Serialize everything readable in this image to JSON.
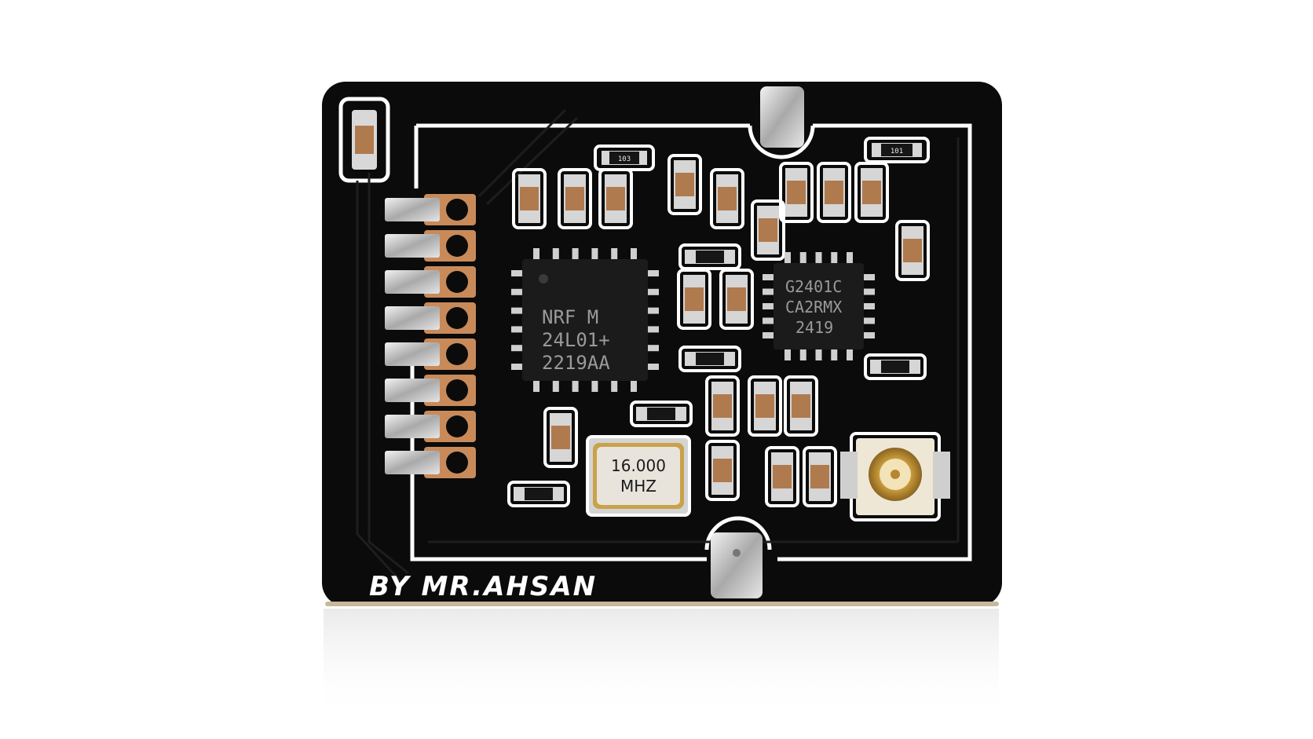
{
  "scene": {
    "background": "#ffffff",
    "board_color": "#0b0b0b",
    "silkscreen_color": "#ffffff",
    "copper_color": "#c98a5a"
  },
  "board": {
    "brand_text": "BY MR.AHSAN"
  },
  "chips": {
    "nrf": {
      "lines": [
        "NRF  M",
        "24L01+",
        "2219AA"
      ]
    },
    "amp": {
      "lines": [
        "G2401C",
        "CA2RMX",
        "2419"
      ]
    }
  },
  "crystal": {
    "lines": [
      "16.000",
      "MHZ"
    ]
  },
  "resistors": {
    "r1": "103",
    "r2": "101"
  },
  "header": {
    "pin_count": 8
  }
}
